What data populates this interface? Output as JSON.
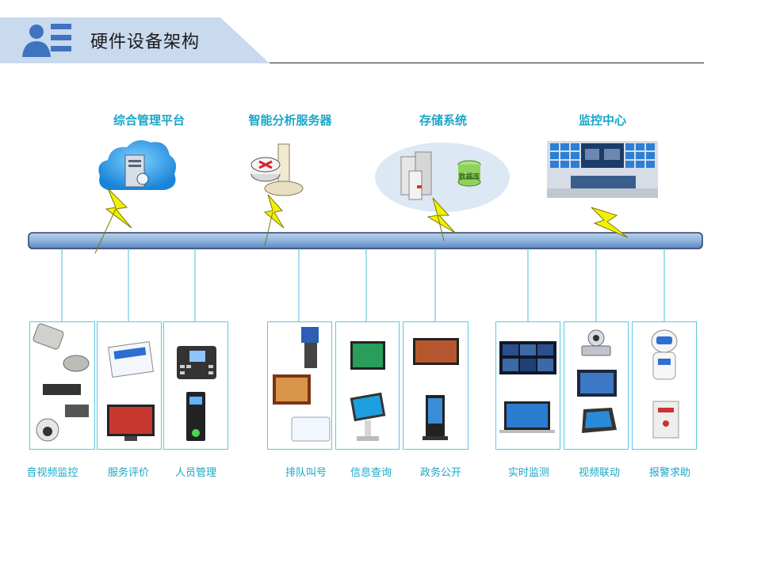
{
  "page_title": "硬件设备架构",
  "top_nodes": [
    {
      "label": "综合管理平台"
    },
    {
      "label": "智能分析服务器"
    },
    {
      "label": "存储系统",
      "db_label": "数据库"
    },
    {
      "label": "监控中心"
    }
  ],
  "bottom_nodes": [
    {
      "label": "音视频监控"
    },
    {
      "label": "服务评价"
    },
    {
      "label": "人员管理"
    },
    {
      "label": "排队叫号"
    },
    {
      "label": "信息查询"
    },
    {
      "label": "政务公开"
    },
    {
      "label": "实时监测"
    },
    {
      "label": "视频联动"
    },
    {
      "label": "报警求助"
    }
  ],
  "colors": {
    "accent": "#1aa7c9",
    "bus": "#8fb3dd",
    "banner": "#c9d9ee",
    "icon": "#3f73c0",
    "lightning": "#f2f200"
  }
}
